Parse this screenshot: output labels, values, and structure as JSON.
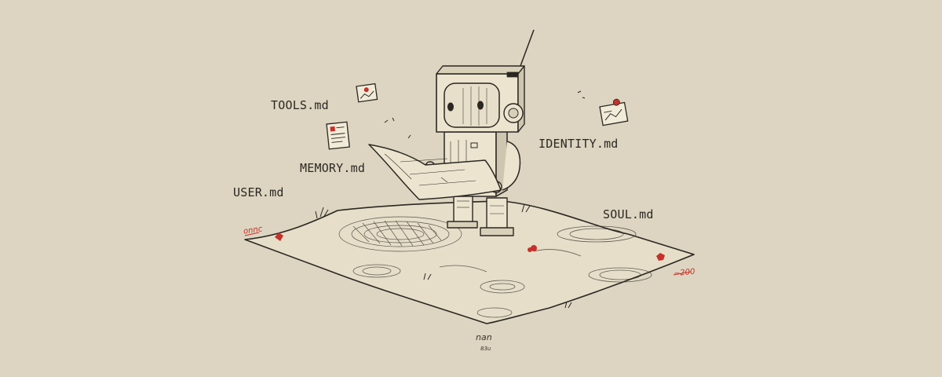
{
  "scene": {
    "background_color": "#ddd5c1",
    "ink_color": "#2b2722",
    "accent_color": "#c8302a",
    "paper_color": "#ece4cf"
  },
  "labels": {
    "tools": "TOOLS.md",
    "memory": "MEMORY.md",
    "user": "USER.md",
    "identity": "IDENTITY.md",
    "soul": "SOUL.md"
  },
  "scribbles": {
    "left_corner": "onnc",
    "right_corner": "~200",
    "signature": "nan",
    "signature_sub": "83u"
  },
  "icons": [
    "robot-illustration",
    "paper-map-icon",
    "document-icon",
    "image-card-icon",
    "photo-card-icon",
    "red-marker-icon"
  ]
}
